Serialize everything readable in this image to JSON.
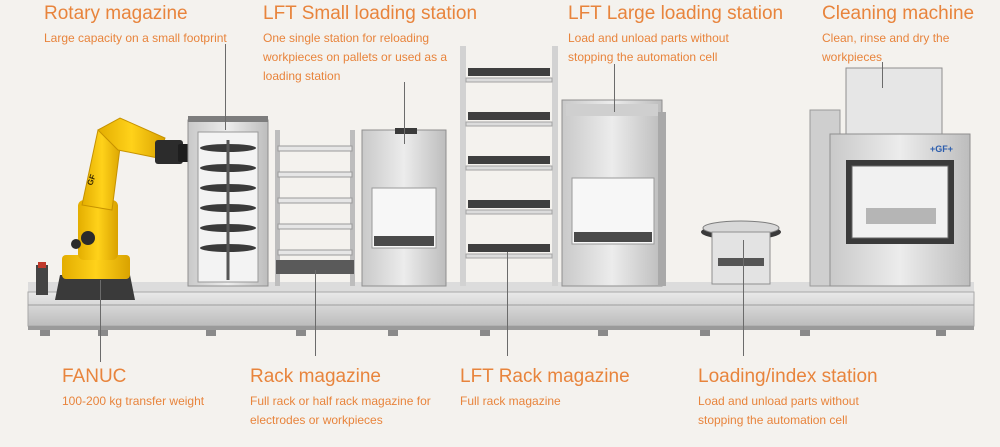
{
  "colors": {
    "background": "#f4f2ee",
    "accent": "#e8843c",
    "robot": "#f1c40f",
    "steel": "#d9d9d9",
    "steel_dark": "#8c8c8c",
    "brand": "#2a5cad"
  },
  "callouts": {
    "rotary": {
      "title": "Rotary magazine",
      "desc": "Large capacity on a small footprint"
    },
    "lft_small": {
      "title": "LFT Small loading station",
      "desc": "One single station for reloading workpieces on pallets or used as a loading station"
    },
    "lft_large": {
      "title": "LFT Large loading station",
      "desc": "Load and unload parts without stopping the automation cell"
    },
    "cleaning": {
      "title": "Cleaning machine",
      "desc": "Clean, rinse and dry the workpieces"
    },
    "fanuc": {
      "title": "FANUC",
      "desc": "100-200 kg transfer weight"
    },
    "rack": {
      "title": "Rack magazine",
      "desc": "Full rack or half rack magazine for electrodes or workpieces"
    },
    "lft_rack": {
      "title": "LFT Rack magazine",
      "desc": "Full rack magazine"
    },
    "loading_index": {
      "title": "Loading/index station",
      "desc": "Load and unload parts without stopping the automation cell"
    }
  },
  "equipment": {
    "robot_arm_text": "GF",
    "cleaning_logo": "+GF+"
  },
  "icons": [
    "fanuc-robot-icon",
    "rotary-magazine-icon",
    "rack-magazine-icon",
    "lft-small-station-icon",
    "lft-rack-magazine-icon",
    "lft-large-station-icon",
    "loading-index-station-icon",
    "cleaning-machine-icon",
    "transfer-rail-icon"
  ]
}
